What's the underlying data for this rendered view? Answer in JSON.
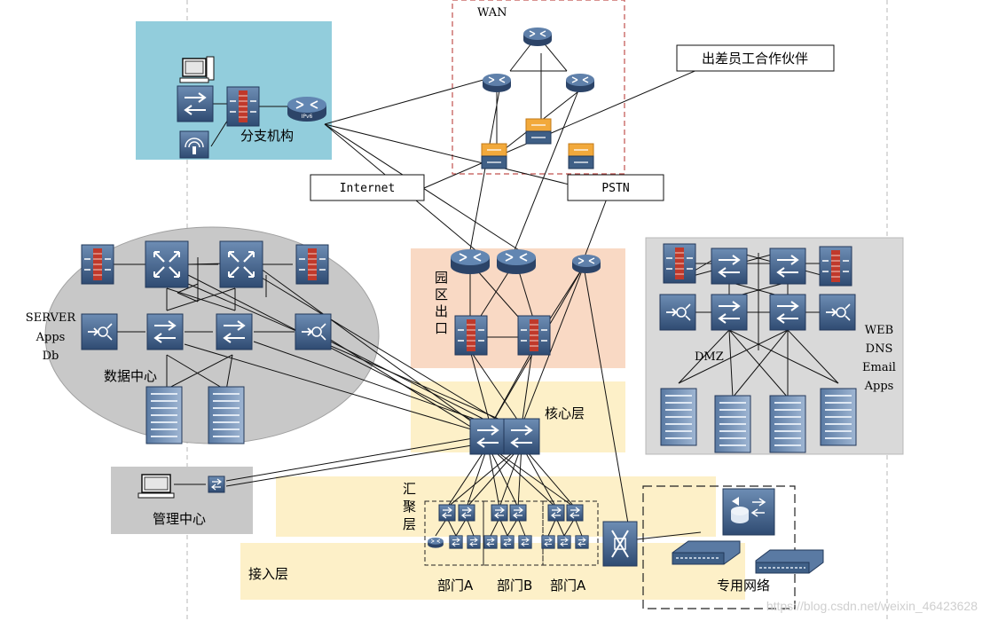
{
  "labels": {
    "wan": "WAN",
    "traveler_partner": "出差员工合作伙伴",
    "branch": "分支机构",
    "internet": "Internet",
    "pstn": "PSTN",
    "campus_exit": [
      "园",
      "区",
      "出",
      "口"
    ],
    "server_lines": [
      "SERVER",
      "Apps",
      "Db"
    ],
    "datacenter": "数据中心",
    "dmz": "DMZ",
    "dmz_services": [
      "WEB",
      "DNS",
      "Email",
      "Apps"
    ],
    "core": "核心层",
    "aggregation": [
      "汇",
      "聚",
      "层"
    ],
    "mgmt": "管理中心",
    "access": "接入层",
    "dept1": "部门A",
    "dept2": "部门B",
    "dept3": "部门A",
    "private_net": "专用网络",
    "router_badge": "IPv6"
  },
  "watermark": "https://blog.csdn.net/weixin_46423628",
  "colors": {
    "branch_bg": "#92cddc",
    "campus_exit_bg": "#f9d9c4",
    "core_bg": "#fdf0c8",
    "dmz_bg": "#d9d9d9",
    "datacenter_bg": "#c8c8c8",
    "mgmt_bg": "#c8c8c8",
    "device_blue": "#3f5f86",
    "device_orange": "#f2a93b",
    "wan_border": "#c0504d"
  }
}
